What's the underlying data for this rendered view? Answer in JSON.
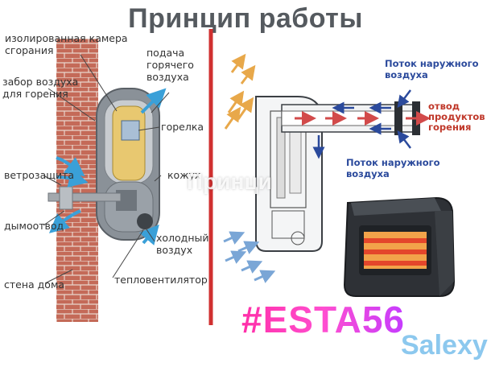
{
  "title": "Принцип работы",
  "labels": {
    "chamber": "изолированная камера сгорания",
    "intake": "забор воздуха для горения",
    "supply": "подача горячего воздуха",
    "burner": "горелка",
    "wind": "ветрозащита",
    "casing": "кожух",
    "flue": "дымоотвод",
    "cold": "холодный воздух",
    "wall": "стена дома",
    "fan": "тепловентилятор",
    "outer_top": "Поток наружного воздуха",
    "outer_bottom": "Поток наружного воздуха",
    "exhaust": "отвод продуктов горения"
  },
  "watermarks": {
    "mid": "Принци",
    "esta": "#ESTA56",
    "site": "Salexy"
  },
  "colors": {
    "divider": "#d03030",
    "outer_air": "#2b4a9c",
    "exhaust": "#c0392b",
    "brick": "#b65a4a",
    "heat_arrow": "#e8a84a",
    "cold_arrow": "#7aa6d6"
  }
}
